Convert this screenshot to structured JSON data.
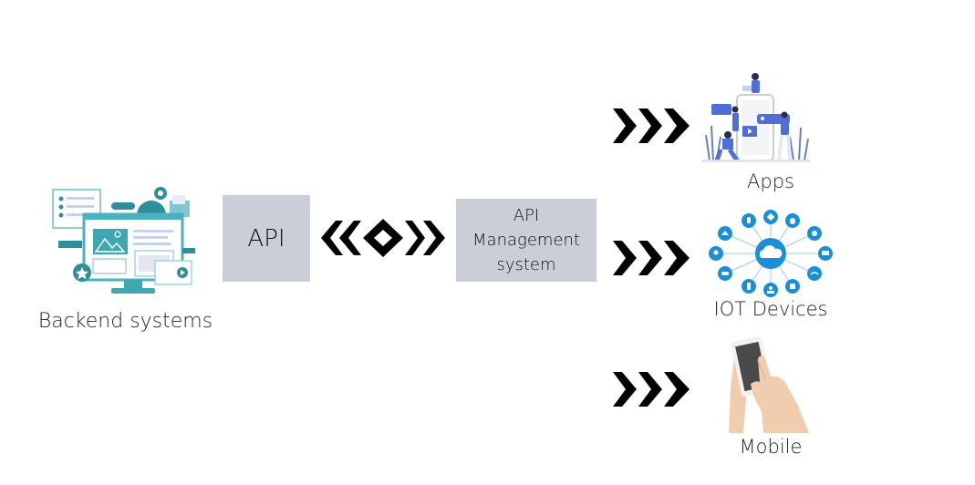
{
  "diagram": {
    "left": {
      "label": "Backend systems",
      "icon": "backend-monitor-illustration"
    },
    "api_box": {
      "label": "API"
    },
    "connector": {
      "icon": "bidirectional-chevron-arrows"
    },
    "management_box": {
      "lines": [
        "API",
        "Management",
        "system"
      ]
    },
    "outputs": [
      {
        "label": "Apps",
        "icon": "apps-team-illustration",
        "arrow": "triple-chevron-right"
      },
      {
        "label": "IOT Devices",
        "icon": "iot-cloud-network",
        "arrow": "triple-chevron-right"
      },
      {
        "label": "Mobile",
        "icon": "hand-holding-phone",
        "arrow": "triple-chevron-right"
      }
    ],
    "colors": {
      "box_fill": "#c9ced7",
      "teal": "#3fa7b1",
      "iot_blue": "#1b8fd6",
      "apps_blue": "#4f6fd6",
      "skin": "#f1cdb0",
      "arrow": "#000000"
    }
  }
}
